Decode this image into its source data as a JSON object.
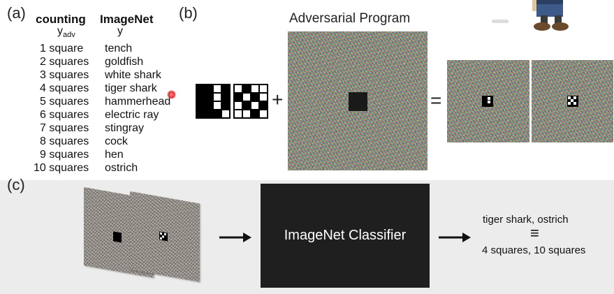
{
  "panel_labels": {
    "a": "(a)",
    "b": "(b)",
    "c": "(c)"
  },
  "table": {
    "col1_header": "counting",
    "col2_header": "ImageNet",
    "col1_sub_main": "y",
    "col1_sub_script": "adv",
    "col2_sub": "y",
    "rows": [
      {
        "count": "1 square",
        "label": "tench"
      },
      {
        "count": "2 squares",
        "label": "goldfish"
      },
      {
        "count": "3 squares",
        "label": "white shark"
      },
      {
        "count": "4 squares",
        "label": "tiger shark"
      },
      {
        "count": "5 squares",
        "label": "hammerhead"
      },
      {
        "count": "6 squares",
        "label": "electric ray"
      },
      {
        "count": "7 squares",
        "label": "stingray"
      },
      {
        "count": "8 squares",
        "label": "cock"
      },
      {
        "count": "9 squares",
        "label": "hen"
      },
      {
        "count": "10 squares",
        "label": "ostrich"
      }
    ]
  },
  "panel_b": {
    "title": "Adversarial Program",
    "plus": "+",
    "equals": "="
  },
  "panel_c": {
    "classifier_label": "ImageNet Classifier",
    "output_top": "tiger shark, ostrich",
    "equiv": "≡",
    "output_bottom": "4 squares, 10 squares"
  },
  "icons": [
    "cursor-dot-icon",
    "arrow-right-icon",
    "cartoon-figure-image"
  ],
  "colors": {
    "classifier_bg": "#1f1f1f",
    "cursor_dot": "#e23b3b",
    "band": "#ececec"
  }
}
